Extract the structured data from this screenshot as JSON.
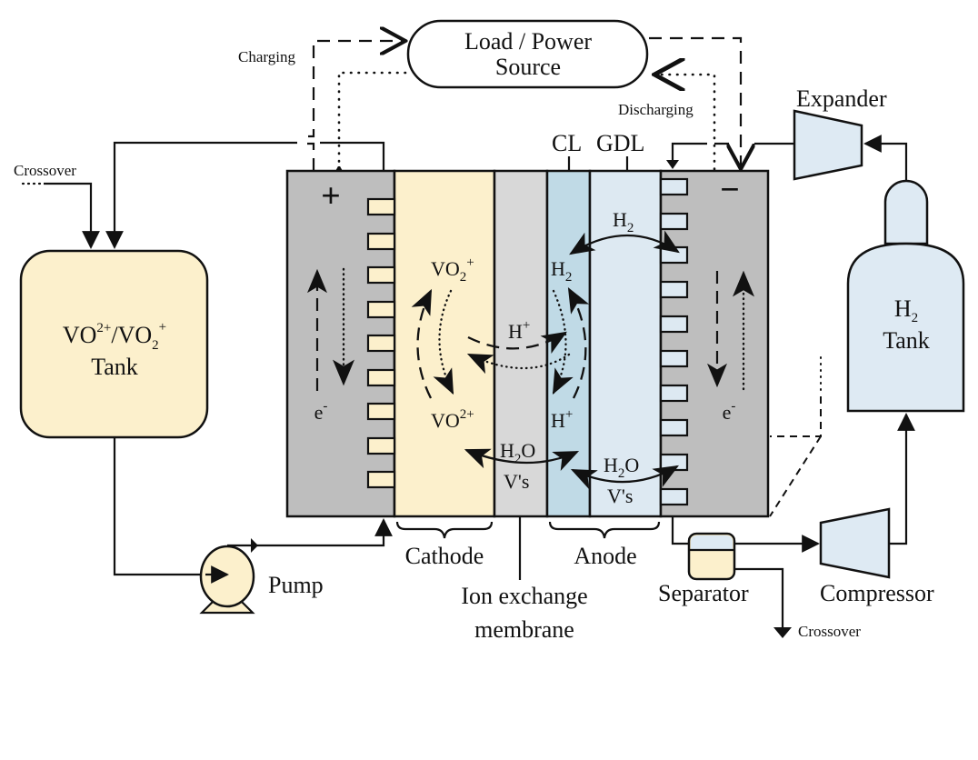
{
  "title": "Vanadium-hydrogen flow cell schematic",
  "colors": {
    "electrolyte": "#fcf0cc",
    "plate": "#bebebe",
    "membrane": "#d8d8d8",
    "catalyst_layer": "#c0dae6",
    "gdl": "#dde9f2",
    "h2_equipment": "#deeaf3",
    "stroke": "#111111"
  },
  "load": {
    "line1": "Load / Power",
    "line2": "Source"
  },
  "modes": {
    "charging": "Charging",
    "discharging": "Discharging"
  },
  "crossover_left": "Crossover",
  "crossover_right": "Crossover",
  "vanadium_tank": {
    "line1_main": "VO",
    "line1_sup": "2+",
    "line1_mid": "/VO",
    "line1_sub": "2",
    "line1_sup2": "+",
    "line2": "Tank"
  },
  "h2_tank": {
    "main": "H",
    "sub": "2",
    "line2": "Tank"
  },
  "components": {
    "expander": "Expander",
    "compressor": "Compressor",
    "separator": "Separator",
    "pump": "Pump",
    "cathode": "Cathode",
    "anode": "Anode",
    "membrane_line1": "Ion exchange",
    "membrane_line2": "membrane",
    "cl": "CL",
    "gdl": "GDL"
  },
  "electrodes": {
    "positive": "+",
    "negative": "−",
    "electron": "e",
    "electron_sup": "-"
  },
  "species": {
    "vo2plus": {
      "main": "VO",
      "sub": "2",
      "sup": "+"
    },
    "vo2plus2": {
      "main": "VO",
      "sup": "2+"
    },
    "hplus_membrane": {
      "main": "H",
      "sup": "+"
    },
    "hplus_anode": {
      "main": "H",
      "sup": "+"
    },
    "h2_anode": {
      "main": "H",
      "sub": "2"
    },
    "h2_gdl": {
      "main": "H",
      "sub": "2"
    },
    "h2o_membrane": {
      "main": "H",
      "sub": "2",
      "tail": "O",
      "line2": "V's"
    },
    "h2o_gdl": {
      "main": "H",
      "sub": "2",
      "tail": "O",
      "line2": "V's"
    }
  }
}
